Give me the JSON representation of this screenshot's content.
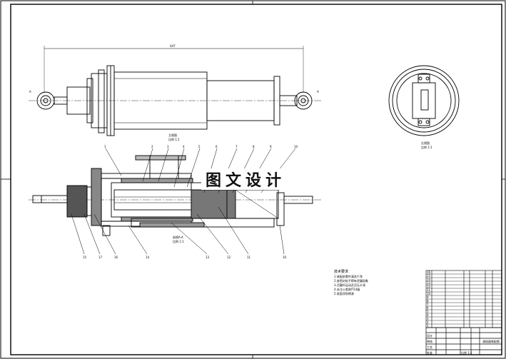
{
  "watermark": "图文设计",
  "views": {
    "top_dim": "447",
    "front_view_label": "主视图",
    "front_view_scale": "比例 1:1",
    "section_label": "剖视A-A",
    "section_scale": "比例 1:1",
    "side_view_label": "左视图",
    "side_view_scale": "比例 1:1",
    "left_mark": "A",
    "right_mark": "A"
  },
  "balloons_top": [
    "1",
    "2",
    "3",
    "4",
    "5",
    "6",
    "7",
    "8",
    "9",
    "10"
  ],
  "balloons_bottom": [
    "15",
    "17",
    "16",
    "14",
    "13",
    "12",
    "11",
    "10"
  ],
  "notes": {
    "title": "技术要求",
    "lines": [
      "1.装配前零件清洗干净",
      "2.各密封处不得有泄漏现象",
      "3.活塞杆运动灵活无卡滞",
      "4.未注公差按IT14级",
      "5.表面涂防锈漆"
    ]
  },
  "title_block": {
    "drawing_name": "减振器装配图",
    "rows": [
      "16",
      "15",
      "14",
      "13",
      "12",
      "11",
      "10",
      "9",
      "8",
      "7",
      "6",
      "5",
      "4",
      "3",
      "2",
      "1"
    ],
    "footer_labels": [
      "设计",
      "审核",
      "工艺",
      "批准"
    ],
    "scale_label": "比例 1:1"
  }
}
